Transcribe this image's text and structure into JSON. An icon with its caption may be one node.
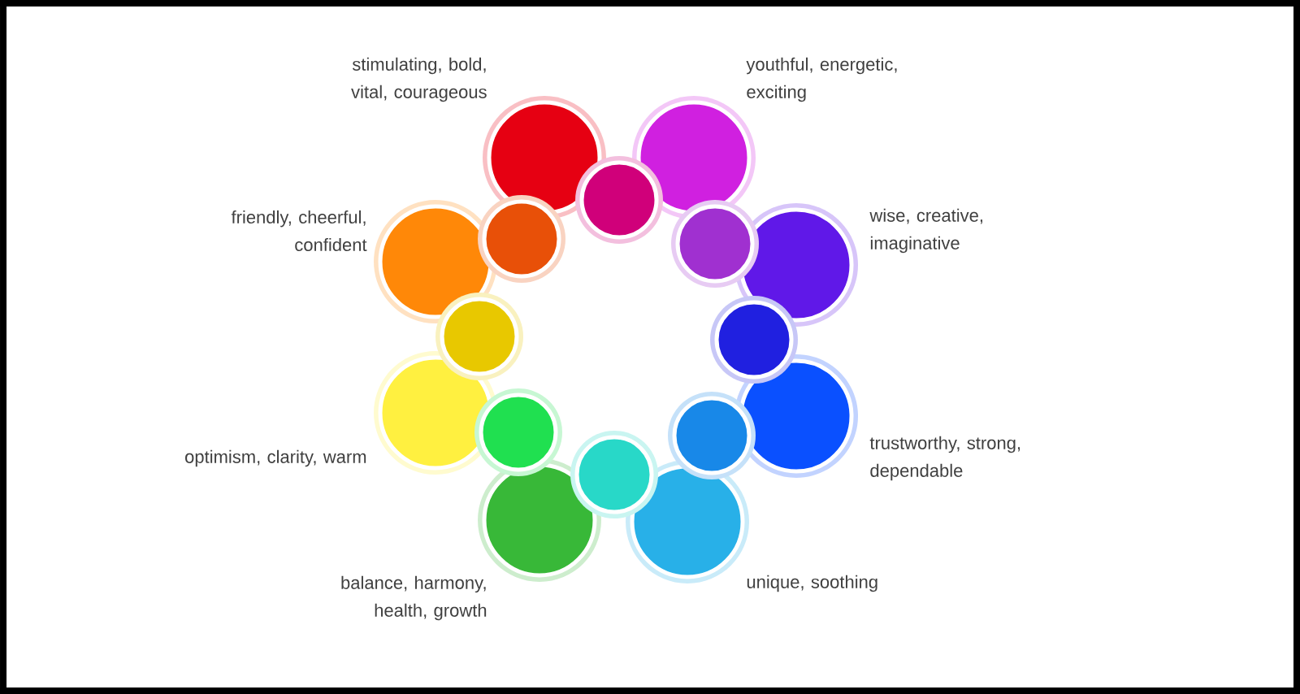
{
  "diagram": {
    "nodes": [
      {
        "text": [],
        "shape": "circle",
        "beside": [
          "stimulating, bold, vital, courageous"
        ]
      },
      {
        "text": [],
        "shape": "circle",
        "beside": [
          "youthful, energetic, exciting"
        ]
      },
      {
        "text": [],
        "shape": "circle",
        "beside": [
          "wise, creative, imaginative"
        ]
      },
      {
        "text": [],
        "shape": "circle",
        "beside": [
          "trustworthy, strong, dependable"
        ]
      },
      {
        "text": [],
        "shape": "circle",
        "beside": [
          "unique, soothing"
        ]
      },
      {
        "text": [],
        "shape": "circle",
        "beside": [
          "balance, harmony, health, growth"
        ]
      },
      {
        "text": [],
        "shape": "circle",
        "beside": [
          "optimism, clarity, warm"
        ]
      },
      {
        "text": [],
        "shape": "circle",
        "beside": [
          "friendly, cheerful, confident"
        ]
      },
      {
        "text": [],
        "shape": "circle"
      },
      {
        "text": [],
        "shape": "circle"
      },
      {
        "text": [],
        "shape": "circle"
      },
      {
        "text": [],
        "shape": "circle"
      },
      {
        "text": [],
        "shape": "circle"
      },
      {
        "text": [],
        "shape": "circle"
      },
      {
        "text": [],
        "shape": "circle"
      },
      {
        "text": [],
        "shape": "circle"
      }
    ]
  }
}
